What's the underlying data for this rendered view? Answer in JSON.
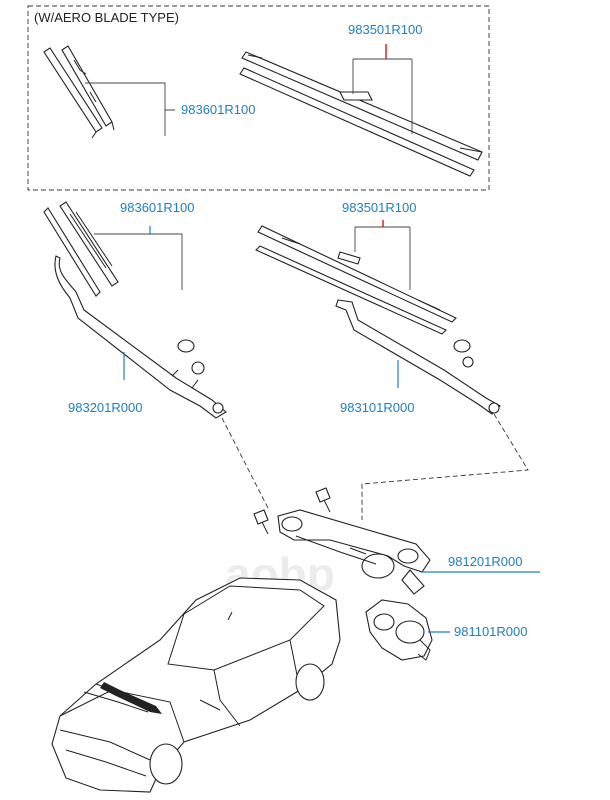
{
  "header": {
    "title": "(W/AERO BLADE TYPE)"
  },
  "watermark": "aobp",
  "labels": {
    "aero_left_blade": "983601R100",
    "aero_right_blade": "983501R100",
    "left_blade": "983601R100",
    "right_blade": "983501R100",
    "left_arm": "983201R000",
    "right_arm": "983101R000",
    "linkage": "981201R000",
    "motor": "981101R000"
  },
  "colors": {
    "label": "#1f7fc4",
    "leader_red": "#d11111",
    "line": "#222222"
  }
}
